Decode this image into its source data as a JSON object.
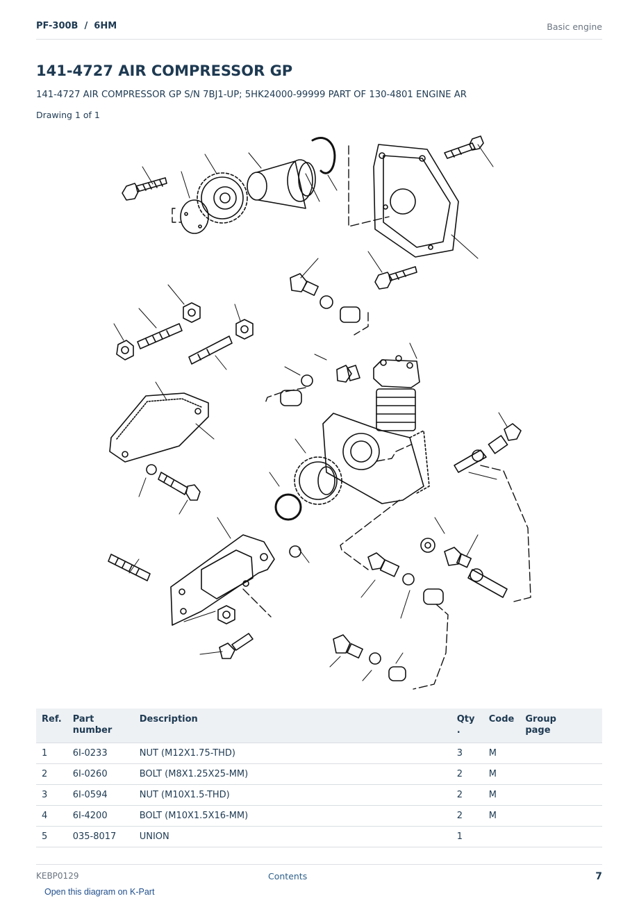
{
  "header": {
    "model": "PF-300B  /  6HM",
    "section": "Basic engine"
  },
  "title": "141-4727 AIR COMPRESSOR GP",
  "subtitle": "141-4727 AIR COMPRESSOR GP S/N 7BJ1-UP; 5HK24000-99999 PART OF 130-4801 ENGINE AR",
  "drawing_count": "Drawing 1 of 1",
  "parts_table": {
    "headers": {
      "ref": "Ref.",
      "part_number": "Part number",
      "description": "Description",
      "qty": "Qty .",
      "code": "Code",
      "group_page": "Group page"
    },
    "rows": [
      {
        "ref": "1",
        "part_number": "6I-0233",
        "description": "NUT (M12X1.75-THD)",
        "qty": "3",
        "code": "M",
        "group_page": ""
      },
      {
        "ref": "2",
        "part_number": "6I-0260",
        "description": "BOLT (M8X1.25X25-MM)",
        "qty": "2",
        "code": "M",
        "group_page": ""
      },
      {
        "ref": "3",
        "part_number": "6I-0594",
        "description": "NUT (M10X1.5-THD)",
        "qty": "2",
        "code": "M",
        "group_page": ""
      },
      {
        "ref": "4",
        "part_number": "6I-4200",
        "description": "BOLT (M10X1.5X16-MM)",
        "qty": "2",
        "code": "M",
        "group_page": ""
      },
      {
        "ref": "5",
        "part_number": "035-8017",
        "description": "UNION",
        "qty": "1",
        "code": "",
        "group_page": ""
      }
    ]
  },
  "footer": {
    "doc_id": "KEBP0129",
    "contents_link": "Contents",
    "page_number": "7"
  },
  "kpart_link": "Open this diagram on K-Part"
}
